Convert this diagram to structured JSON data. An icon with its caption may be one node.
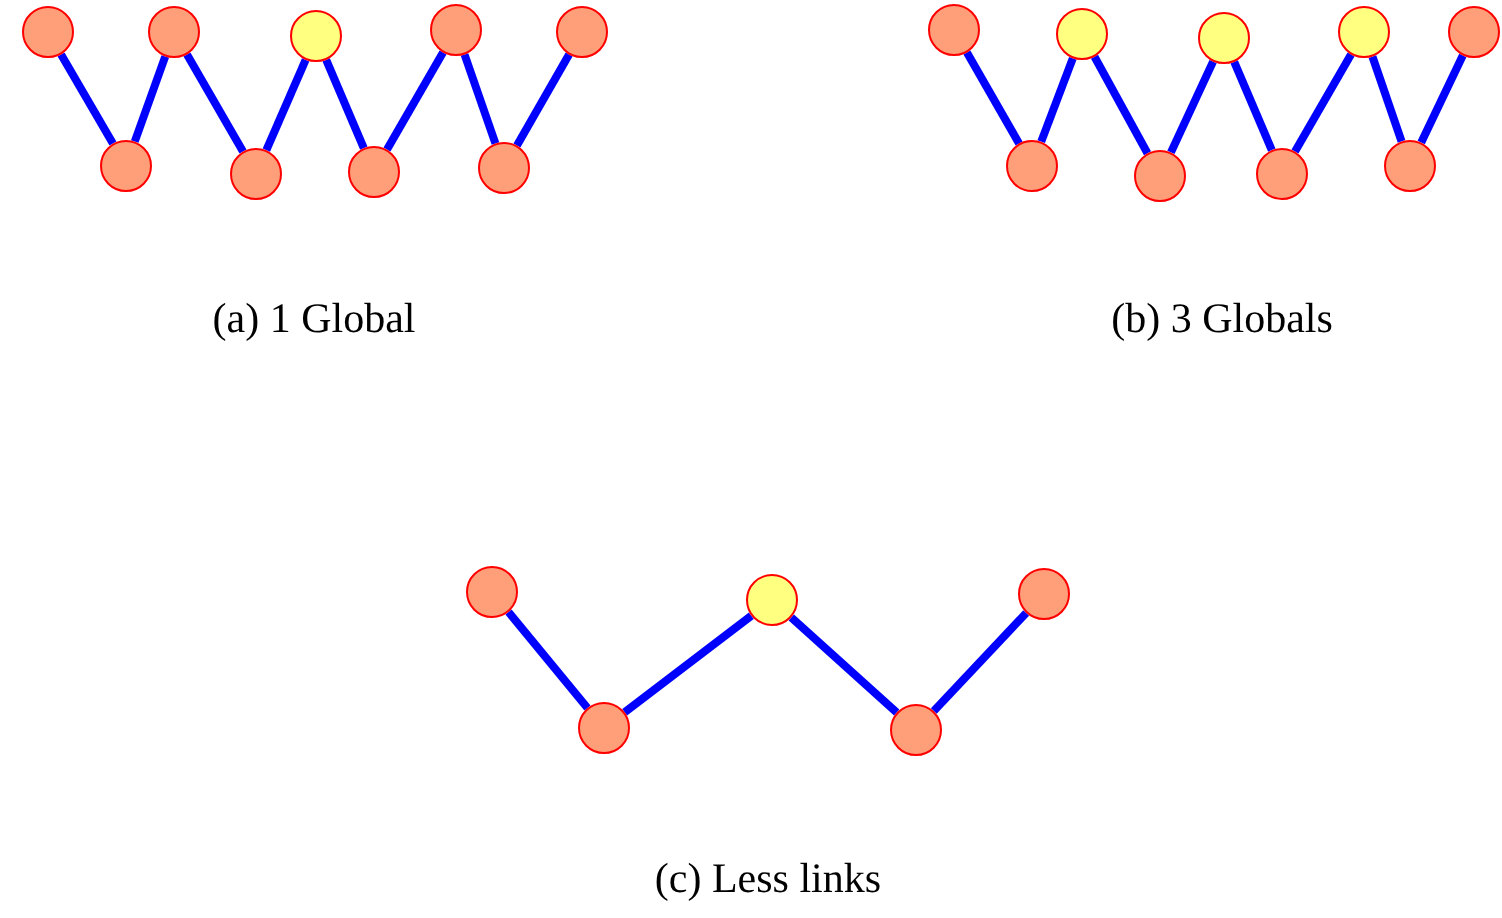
{
  "diagram": {
    "nodes": [
      {
        "text": [],
        "shape": "circle"
      },
      {
        "text": [],
        "shape": "circle"
      },
      {
        "text": [],
        "shape": "circle"
      },
      {
        "text": [],
        "shape": "circle"
      },
      {
        "text": [],
        "shape": "circle"
      },
      {
        "text": [],
        "shape": "circle"
      },
      {
        "text": [],
        "shape": "circle"
      },
      {
        "text": [],
        "shape": "circle"
      },
      {
        "text": [],
        "shape": "circle"
      },
      {
        "text": [],
        "shape": "circle"
      },
      {
        "text": [],
        "shape": "circle"
      },
      {
        "text": [],
        "shape": "circle"
      },
      {
        "text": [],
        "shape": "circle"
      },
      {
        "text": [],
        "shape": "circle"
      },
      {
        "text": [],
        "shape": "circle"
      },
      {
        "text": [],
        "shape": "circle"
      },
      {
        "text": [],
        "shape": "circle"
      },
      {
        "text": [],
        "shape": "circle"
      },
      {
        "text": [],
        "shape": "circle"
      },
      {
        "text": [],
        "shape": "circle"
      },
      {
        "text": [],
        "shape": "circle"
      },
      {
        "text": [],
        "shape": "circle"
      },
      {
        "text": [],
        "shape": "circle"
      }
    ],
    "edges": [
      {
        "from": 0,
        "to": 1,
        "arrow": "none"
      },
      {
        "from": 1,
        "to": 2,
        "arrow": "none"
      },
      {
        "from": 2,
        "to": 3,
        "arrow": "none"
      },
      {
        "from": 3,
        "to": 4,
        "arrow": "none"
      },
      {
        "from": 4,
        "to": 5,
        "arrow": "none"
      },
      {
        "from": 5,
        "to": 6,
        "arrow": "none"
      },
      {
        "from": 6,
        "to": 7,
        "arrow": "none"
      },
      {
        "from": 7,
        "to": 8,
        "arrow": "none"
      },
      {
        "from": 9,
        "to": 10,
        "arrow": "none"
      },
      {
        "from": 10,
        "to": 11,
        "arrow": "none"
      },
      {
        "from": 11,
        "to": 12,
        "arrow": "none"
      },
      {
        "from": 12,
        "to": 13,
        "arrow": "none"
      },
      {
        "from": 13,
        "to": 14,
        "arrow": "none"
      },
      {
        "from": 14,
        "to": 15,
        "arrow": "none"
      },
      {
        "from": 15,
        "to": 16,
        "arrow": "none"
      },
      {
        "from": 16,
        "to": 17,
        "arrow": "none"
      },
      {
        "from": 18,
        "to": 19,
        "arrow": "none"
      },
      {
        "from": 19,
        "to": 20,
        "arrow": "none"
      },
      {
        "from": 20,
        "to": 21,
        "arrow": "none"
      },
      {
        "from": 21,
        "to": 22,
        "arrow": "none"
      }
    ],
    "labels": [
      "(a) 1 Global",
      "(b) 3 Globals",
      "(c) Less links"
    ]
  }
}
